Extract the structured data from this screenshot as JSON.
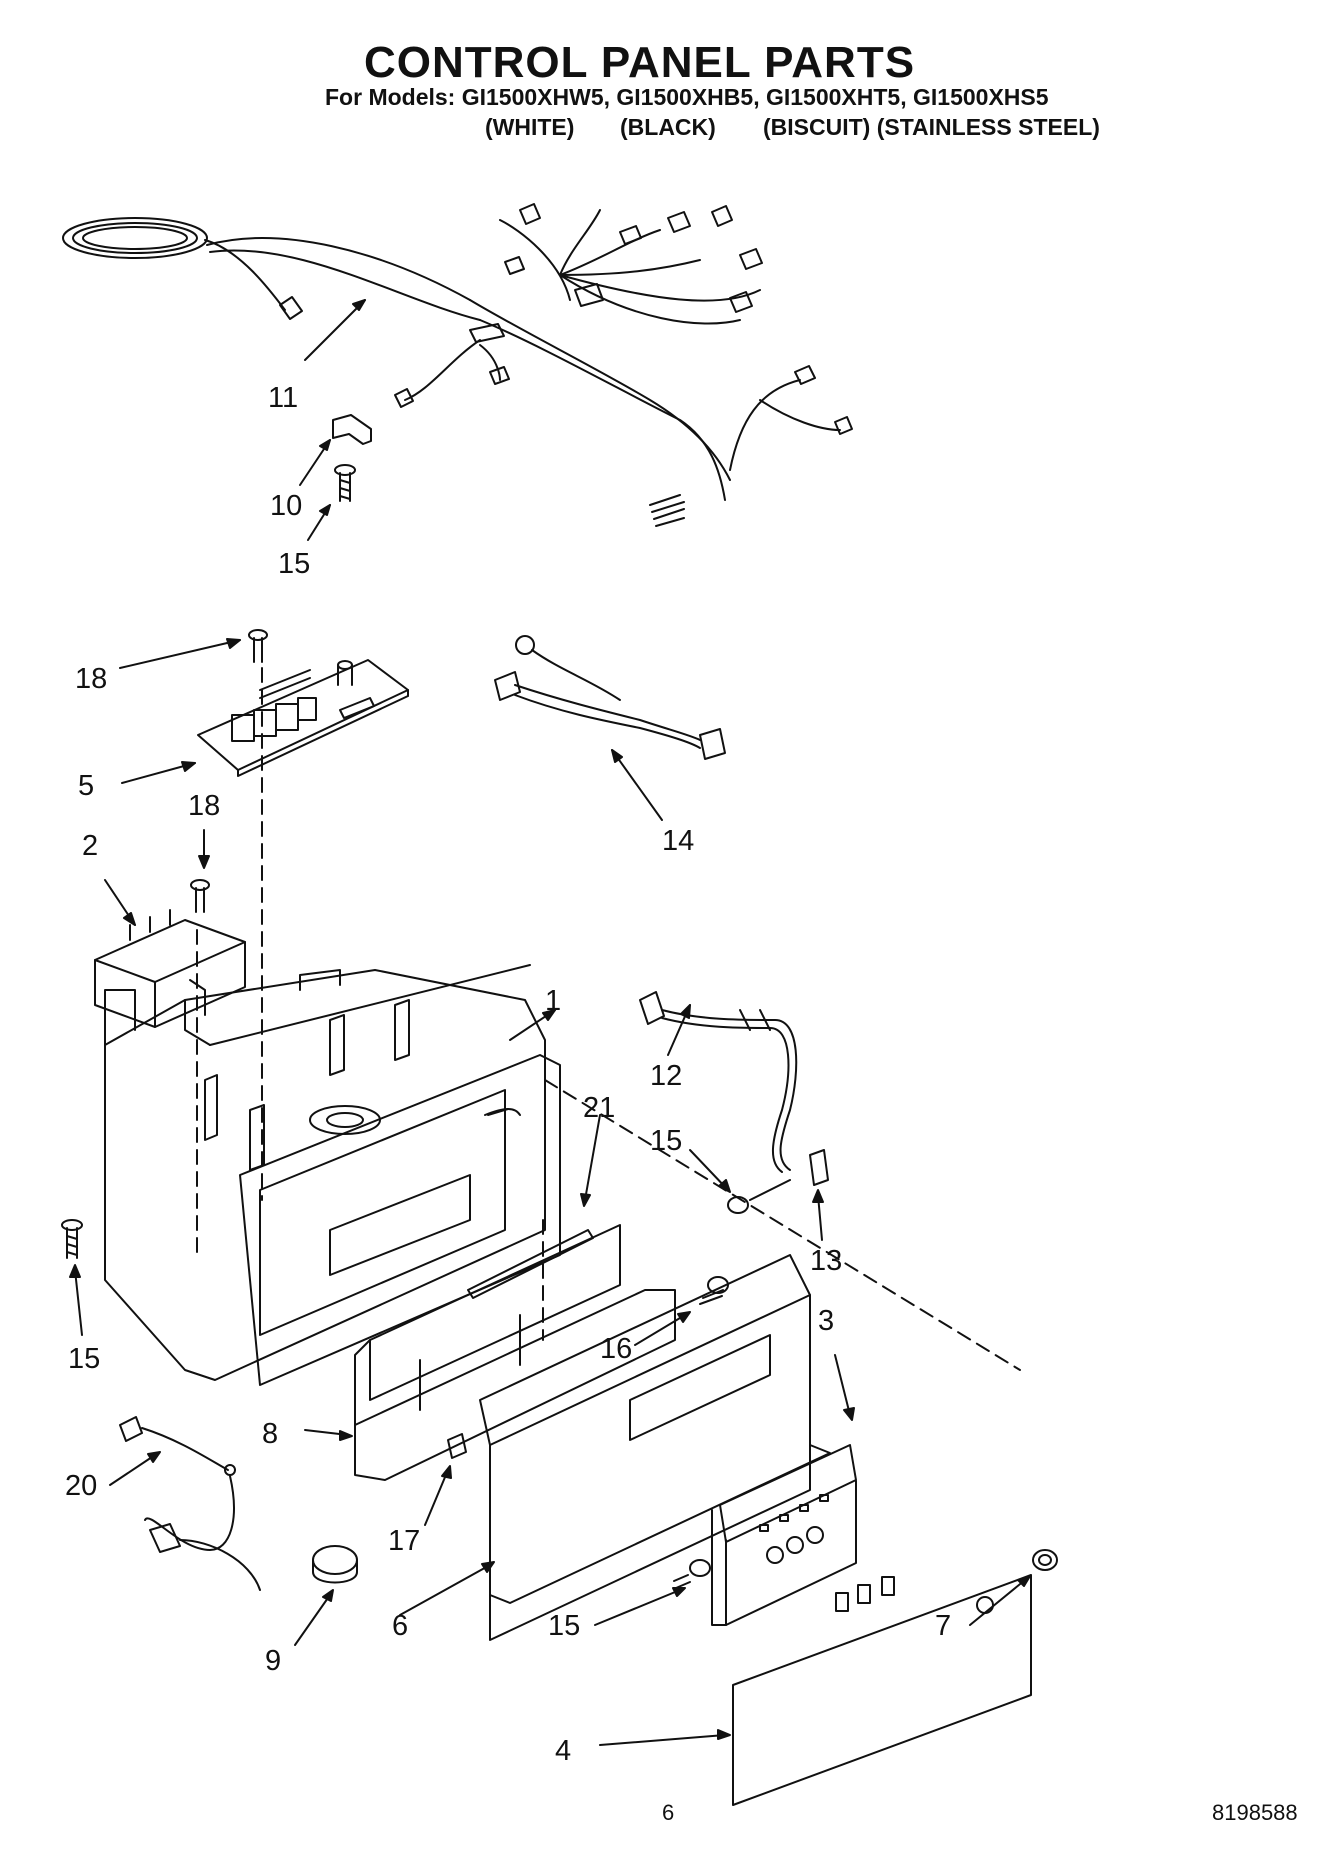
{
  "header": {
    "title": "CONTROL PANEL PARTS",
    "models_line": "For Models: GI1500XHW5, GI1500XHB5, GI1500XHT5, GI1500XHS5",
    "color_white": "(WHITE)",
    "color_black": "(BLACK)",
    "color_biscuit_stainless": "(BISCUIT) (STAINLESS STEEL)"
  },
  "callouts": {
    "c1": "1",
    "c2": "2",
    "c3": "3",
    "c4": "4",
    "c5": "5",
    "c6": "6",
    "c7": "7",
    "c8": "8",
    "c9": "9",
    "c10": "10",
    "c11": "11",
    "c12": "12",
    "c13": "13",
    "c14": "14",
    "c15a": "15",
    "c15b": "15",
    "c15c": "15",
    "c15d": "15",
    "c16": "16",
    "c17": "17",
    "c18a": "18",
    "c18b": "18",
    "c20": "20",
    "c21": "21"
  },
  "footer": {
    "page_number": "6",
    "document_number": "8198588"
  }
}
